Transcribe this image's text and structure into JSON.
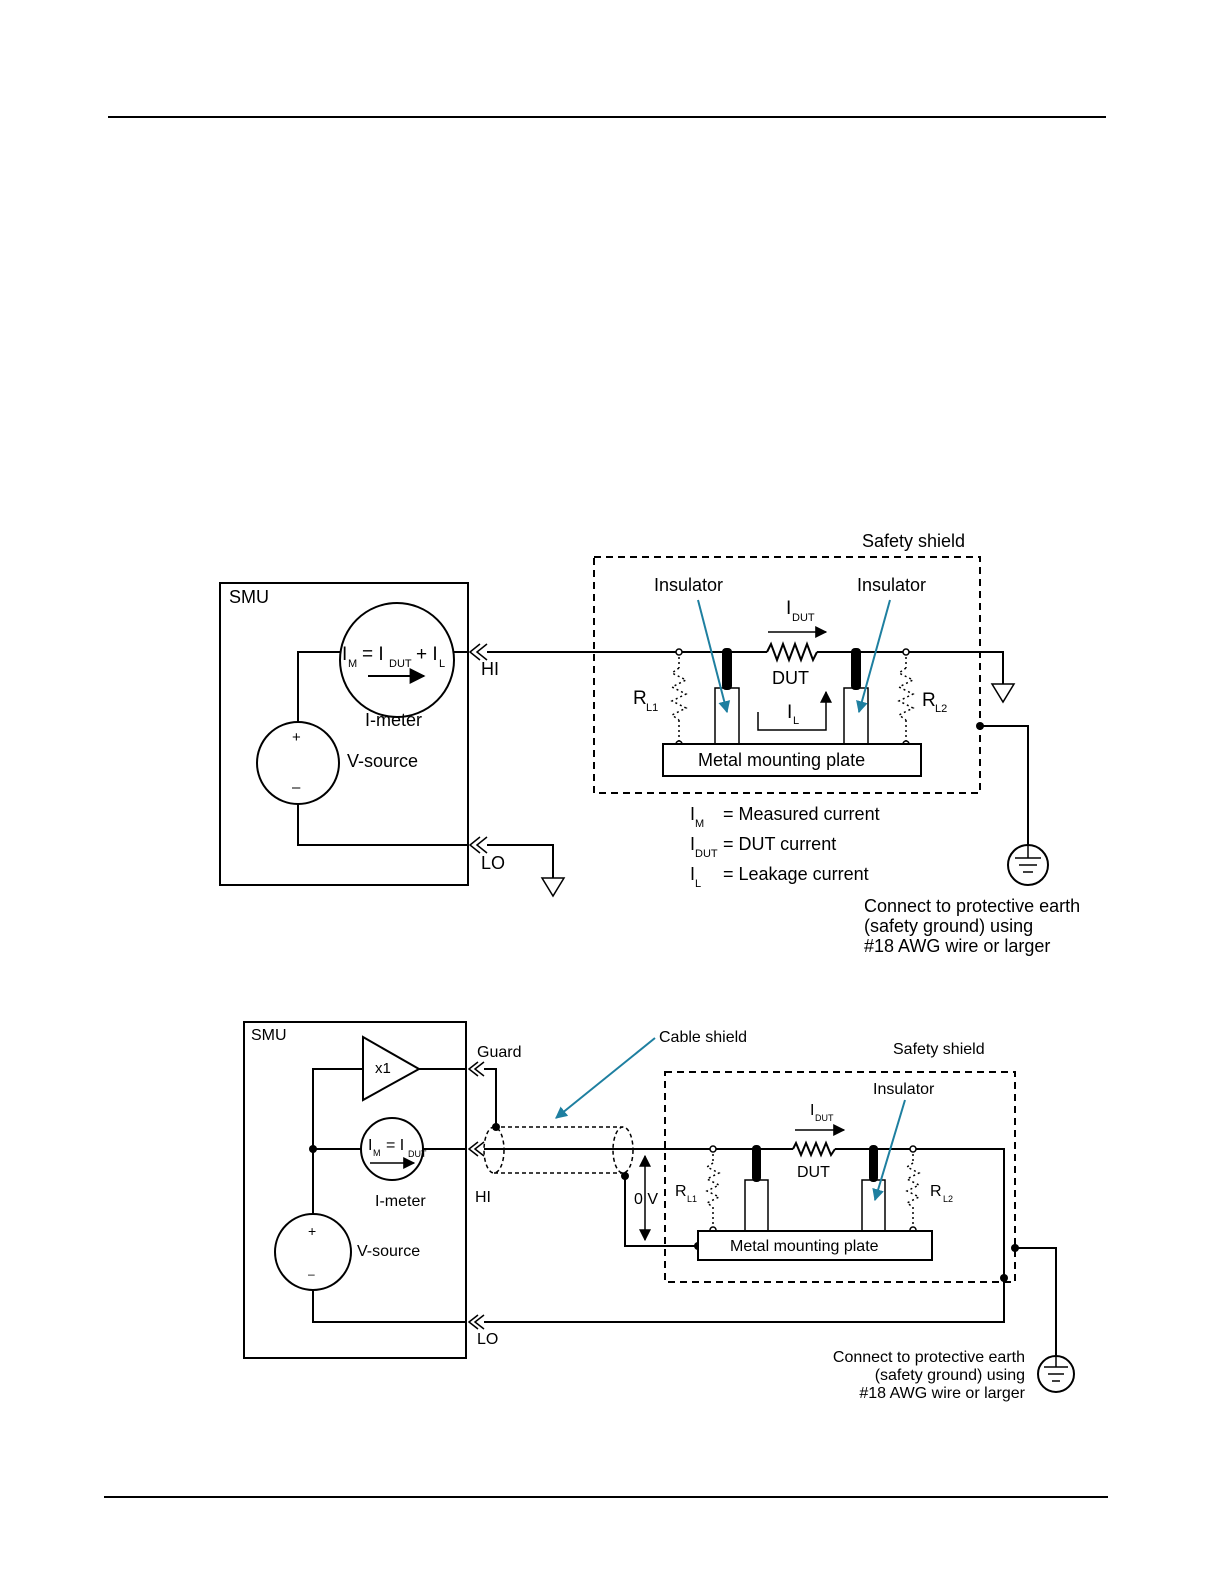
{
  "colors": {
    "arrow": "#1e7fa0",
    "line": "#000000"
  },
  "fig1": {
    "smu": "SMU",
    "im_eq": "= I",
    "im_plus": "+ I",
    "imeter": "I-meter",
    "vsource": "V-source",
    "plus": "+",
    "minus": "–",
    "hi": "HI",
    "lo": "LO",
    "safety_shield": "Safety shield",
    "insulator_left": "Insulator",
    "insulator_right": "Insulator",
    "idut": "I",
    "dut": "DUT",
    "il": "I",
    "r": "R",
    "sub_m": "M",
    "sub_dut": "DUT",
    "sub_l": "L",
    "sub_l1": "L1",
    "sub_l2": "L2",
    "plate": "Metal mounting plate",
    "legend": [
      {
        "sym": "I",
        "sub": "M",
        "text": "= Measured current"
      },
      {
        "sym": "I",
        "sub": "DUT",
        "text": "= DUT current"
      },
      {
        "sym": "I",
        "sub": "L",
        "text": "= Leakage current"
      }
    ],
    "ground_note": [
      "Connect to protective earth",
      "(safety ground) using",
      "#18 AWG wire or larger"
    ]
  },
  "fig2": {
    "smu": "SMU",
    "x1": "x1",
    "guard": "Guard",
    "cable_shield": "Cable shield",
    "safety_shield": "Safety shield",
    "insulator": "Insulator",
    "im_eq": "= I",
    "imeter": "I-meter",
    "hi": "HI",
    "lo": "LO",
    "vsource": "V-source",
    "plus": "+",
    "minus": "–",
    "zero_v": "0 V",
    "idut": "I",
    "dut": "DUT",
    "r": "R",
    "sub_m": "M",
    "sub_dut": "DUT",
    "sub_l1": "L1",
    "sub_l2": "L2",
    "plate": "Metal mounting plate",
    "ground_note": [
      "Connect to protective earth",
      "(safety ground) using",
      "#18 AWG wire or larger"
    ]
  }
}
